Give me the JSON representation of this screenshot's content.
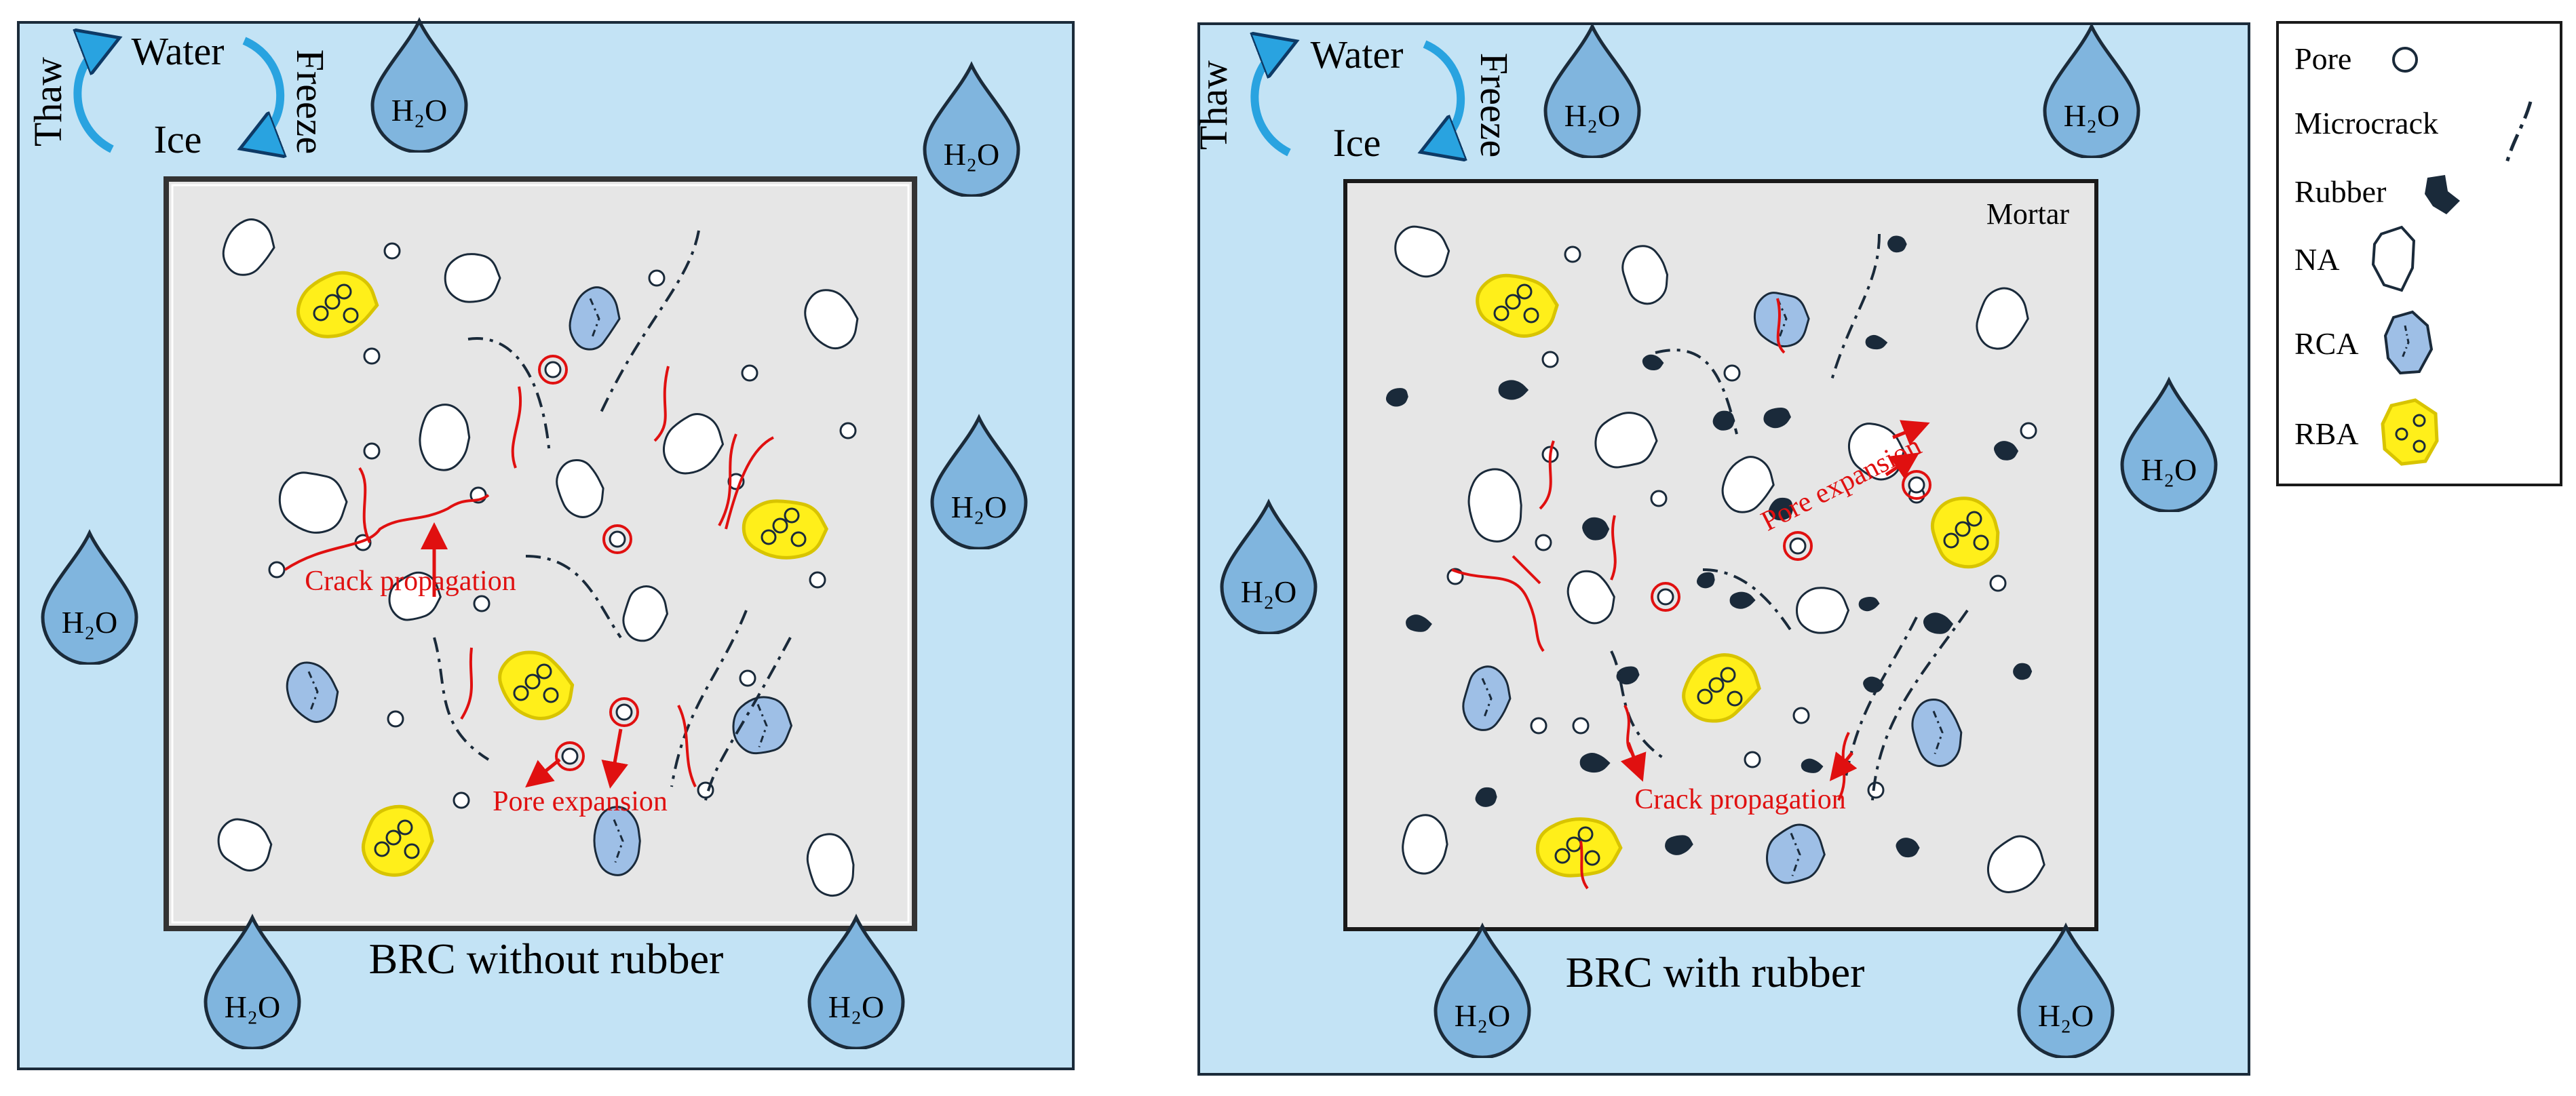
{
  "colors": {
    "bath": "#c3e3f5",
    "bath_border": "#1b2b3a",
    "mortar": "#e6e6e6",
    "drop_fill": "#80b5de",
    "drop_stroke": "#1b2b3a",
    "rubber": "#1a2a3a",
    "rca": "#9ebfe6",
    "rba": "#ffef1a",
    "rba_stroke": "#d8c400",
    "crack_red": "#e01010",
    "cycle_arrow": "#29a3e0"
  },
  "cycle": {
    "water": "Water",
    "ice": "Ice",
    "thaw": "Thaw",
    "freeze": "Freeze"
  },
  "drop_label": "H₂O",
  "left_panel": {
    "caption": "BRC without rubber",
    "annotations": {
      "crack": "Crack propagation",
      "pore": "Pore expansion"
    }
  },
  "right_panel": {
    "caption": "BRC with rubber",
    "mortar_label": "Mortar",
    "annotations": {
      "crack": "Crack propagation",
      "pore": "Pore expansion"
    }
  },
  "legend": {
    "items": [
      {
        "label": "Pore",
        "icon": "pore-icon"
      },
      {
        "label": "Microcrack",
        "icon": "microcrack-icon"
      },
      {
        "label": "Rubber",
        "icon": "rubber-icon"
      },
      {
        "label": "NA",
        "icon": "na-icon"
      },
      {
        "label": "RCA",
        "icon": "rca-icon"
      },
      {
        "label": "RBA",
        "icon": "rba-icon"
      }
    ]
  }
}
